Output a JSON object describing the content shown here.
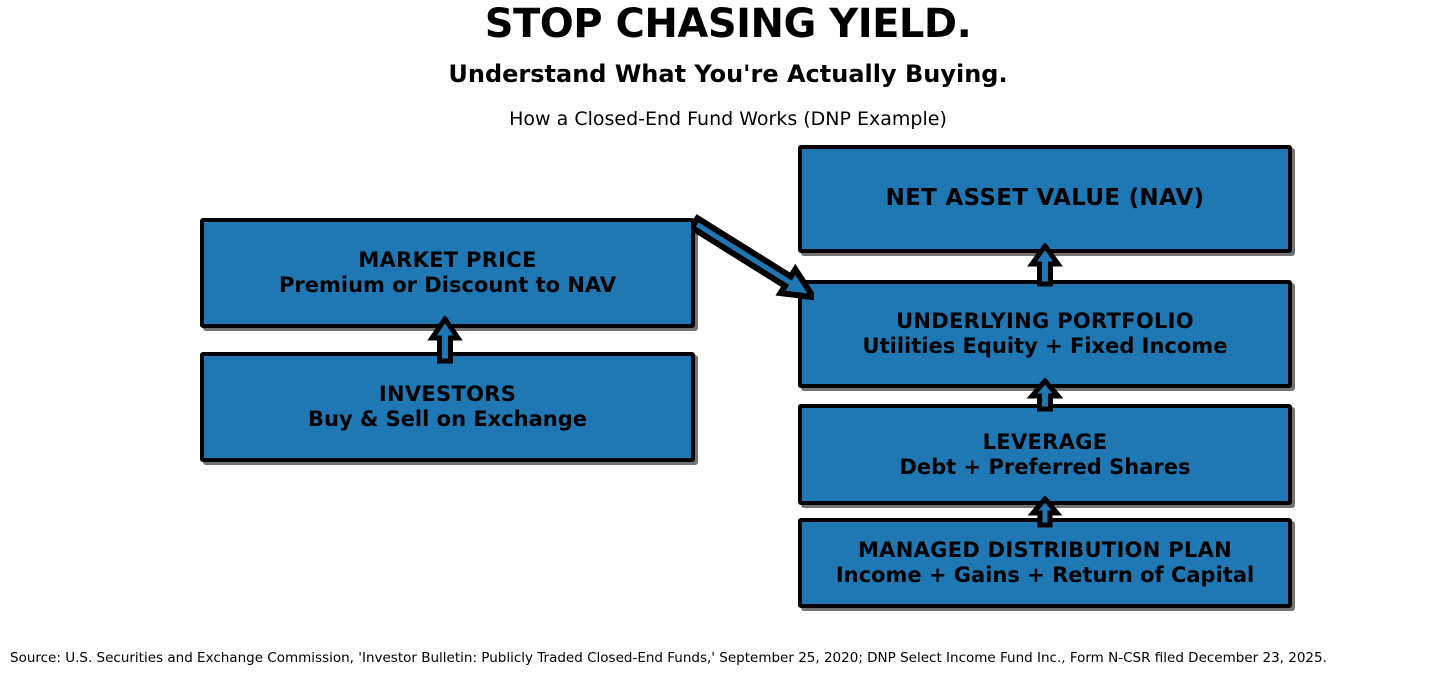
{
  "header": {
    "title": "STOP CHASING YIELD.",
    "subtitle": "Understand What You're Actually Buying.",
    "caption": "How a Closed-End Fund Works (DNP Example)"
  },
  "colors": {
    "box_fill": "#1f77b4",
    "box_border": "#000000",
    "arrow_fill": "#1f77b4",
    "arrow_outline": "#000000",
    "background": "#ffffff",
    "text": "#000000"
  },
  "diagram": {
    "left_column": [
      {
        "id": "market-price",
        "line1": "MARKET PRICE",
        "line2": "Premium or Discount to NAV"
      },
      {
        "id": "investors",
        "line1": "INVESTORS",
        "line2": "Buy & Sell on Exchange"
      }
    ],
    "right_column": [
      {
        "id": "nav",
        "line1": "NET ASSET VALUE (NAV)",
        "line2": ""
      },
      {
        "id": "portfolio",
        "line1": "UNDERLYING PORTFOLIO",
        "line2": "Utilities Equity + Fixed Income"
      },
      {
        "id": "leverage",
        "line1": "LEVERAGE",
        "line2": "Debt + Preferred Shares"
      },
      {
        "id": "managed-distribution-plan",
        "line1": "MANAGED DISTRIBUTION PLAN",
        "line2": "Income + Gains + Return of Capital"
      }
    ],
    "arrows": [
      {
        "id": "investors-to-market-price",
        "direction": "up",
        "from": "INVESTORS",
        "to": "MARKET PRICE"
      },
      {
        "id": "portfolio-to-nav",
        "direction": "up",
        "from": "UNDERLYING PORTFOLIO",
        "to": "NET ASSET VALUE (NAV)"
      },
      {
        "id": "leverage-to-portfolio",
        "direction": "up",
        "from": "LEVERAGE",
        "to": "UNDERLYING PORTFOLIO"
      },
      {
        "id": "mdp-to-leverage",
        "direction": "up",
        "from": "MANAGED DISTRIBUTION PLAN",
        "to": "LEVERAGE"
      },
      {
        "id": "nav-to-market-price",
        "direction": "diagonal-down-left",
        "from": "NET ASSET VALUE (NAV)",
        "to": "MARKET PRICE"
      }
    ]
  },
  "footer": {
    "source": "Source: U.S. Securities and Exchange Commission, 'Investor Bulletin: Publicly Traded Closed-End Funds,' September 25, 2020; DNP Select Income Fund Inc., Form N-CSR filed December 23, 2025."
  }
}
